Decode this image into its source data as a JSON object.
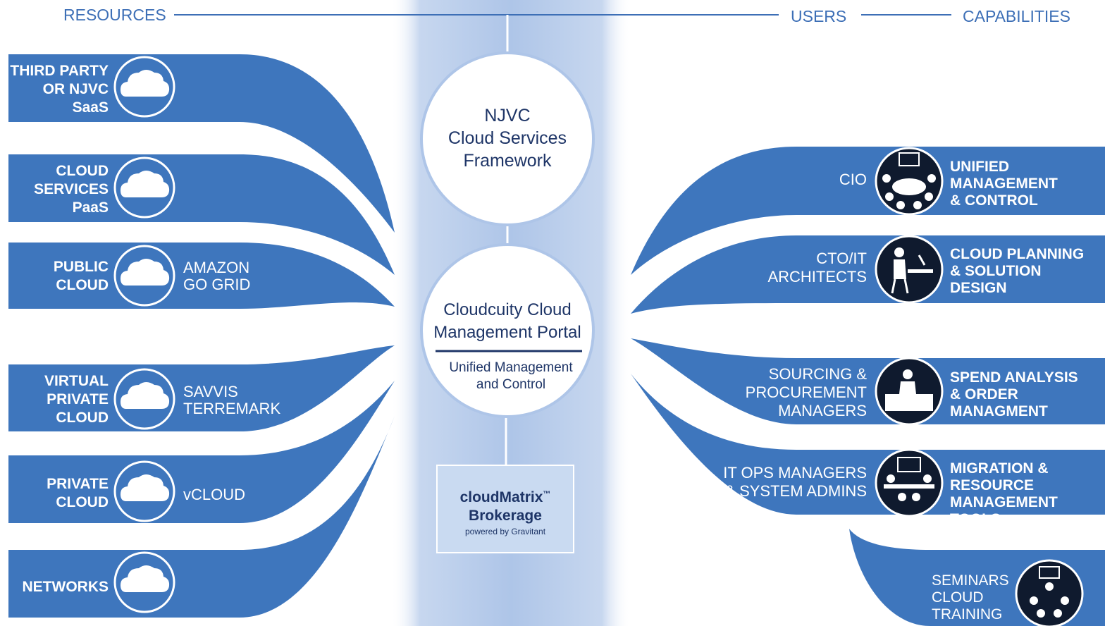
{
  "headers": {
    "resources": "RESOURCES",
    "users": "USERS",
    "capabilities": "CAPABILITIES"
  },
  "colors": {
    "band": "#3e76bd",
    "central_column": "#bcd0ec",
    "heading": "#3d6fb6",
    "center_text": "#1e3567"
  },
  "resources": [
    {
      "label": "THIRD PARTY\nOR NJVC\nSaaS",
      "icon": "cloud-icon",
      "sub": ""
    },
    {
      "label": "CLOUD\nSERVICES\nPaaS",
      "icon": "cloud-icon",
      "sub": ""
    },
    {
      "label": "PUBLIC\nCLOUD",
      "icon": "cloud-icon",
      "sub": "AMAZON\nGO GRID"
    },
    {
      "label": "VIRTUAL\nPRIVATE\nCLOUD",
      "icon": "cloud-icon",
      "sub": "SAVVIS\nTERREMARK"
    },
    {
      "label": "PRIVATE\nCLOUD",
      "icon": "cloud-icon",
      "sub": "vCLOUD"
    },
    {
      "label": "NETWORKS",
      "icon": "cloud-icon",
      "sub": ""
    }
  ],
  "center": {
    "framework": {
      "line1": "NJVC",
      "line2": "Cloud Services",
      "line3": "Framework"
    },
    "portal": {
      "line1": "Cloudcuity Cloud",
      "line2": "Management Portal",
      "sub1": "Unified Management",
      "sub2": "and Control"
    },
    "brokerage": {
      "name": "cloudMatrix",
      "tm": "™",
      "line2": "Brokerage",
      "powered": "powered by Gravitant"
    }
  },
  "users": [
    {
      "user": "CIO",
      "icon": "meeting-table-icon",
      "capability": "UNIFIED\nMANAGEMENT\n& CONTROL"
    },
    {
      "user": "CTO/IT\nARCHITECTS",
      "icon": "desk-worker-icon",
      "capability": "CLOUD PLANNING\n& SOLUTION\nDESIGN"
    },
    {
      "user": "SOURCING &\nPROCUREMENT\nMANAGERS",
      "icon": "desk-phone-icon",
      "capability": "SPEND ANALYSIS\n& ORDER\nMANAGMENT"
    },
    {
      "user": "IT OPS MANAGERS\n& SYSTEM ADMINS",
      "icon": "operations-team-icon",
      "capability": "MIGRATION &\nRESOURCE\nMANAGEMENT TOOLS"
    }
  ],
  "seminar": {
    "label": "SEMINARS\nCLOUD\nTRAINING",
    "icon": "classroom-icon"
  }
}
